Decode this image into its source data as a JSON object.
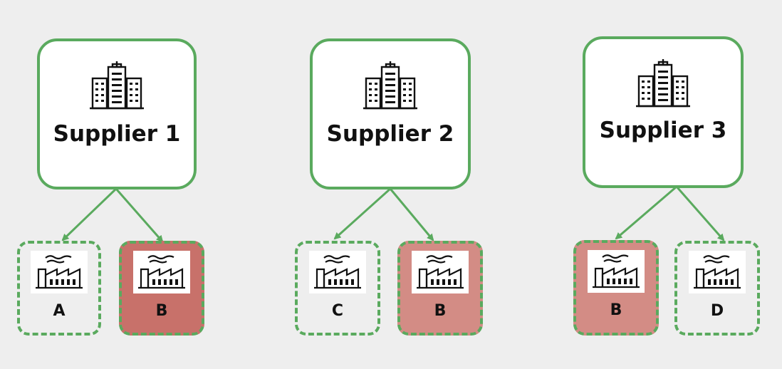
{
  "colors": {
    "background": "#eeeeee",
    "border_green": "#5aaa5e",
    "highlight_dark_red": "#c8716a",
    "highlight_light_red": "#d38c85"
  },
  "icons": {
    "supplier": "office-building-icon",
    "plant": "factory-icon"
  },
  "groups": [
    {
      "supplier": "Supplier 1",
      "plants": [
        {
          "label": "A",
          "highlight": "none"
        },
        {
          "label": "B",
          "highlight": "dark-red"
        }
      ]
    },
    {
      "supplier": "Supplier 2",
      "plants": [
        {
          "label": "C",
          "highlight": "none"
        },
        {
          "label": "B",
          "highlight": "light-red"
        }
      ]
    },
    {
      "supplier": "Supplier 3",
      "plants": [
        {
          "label": "B",
          "highlight": "light-red"
        },
        {
          "label": "D",
          "highlight": "none"
        }
      ]
    }
  ]
}
